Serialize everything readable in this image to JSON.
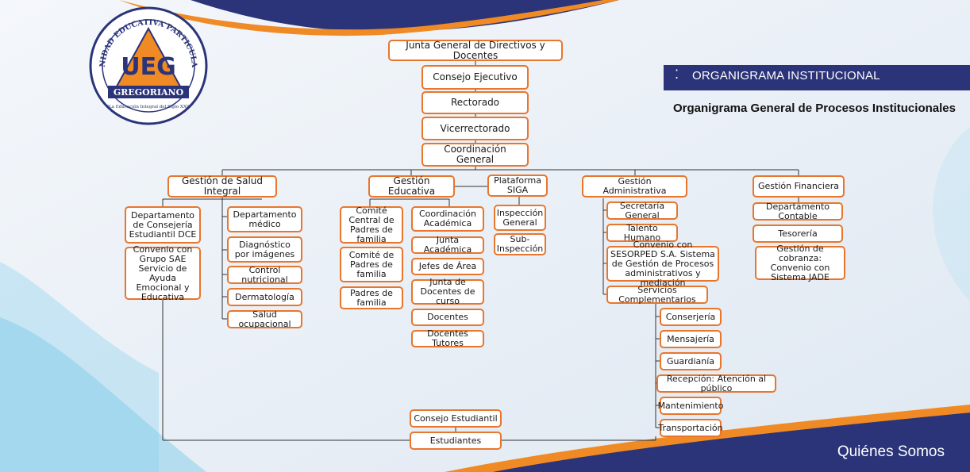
{
  "header": {
    "section_title": "ORGANIGRAMA INSTITUCIONAL",
    "subtitle": "Organigrama General de Procesos Institucionales",
    "footer": "Quiénes Somos",
    "dots_icon": "⁚"
  },
  "logo": {
    "arc_text": "UNIDAD EDUCATIVA PARTICULAR",
    "name": "GREGORIANO",
    "motto": "\"La Educación Integral del Siglo XXI\"",
    "initials": "UEG"
  },
  "colors": {
    "accent": "#e8762c",
    "navy": "#2b3479",
    "line": "#333333"
  },
  "org": {
    "top": [
      "Junta General de Directivos y Docentes",
      "Consejo Ejecutivo",
      "Rectorado",
      "Vicerrectorado",
      "Coordinación General"
    ],
    "salud": {
      "title": "Gestión de Salud Integral",
      "left": [
        "Departamento de Consejería Estudiantil DCE",
        "Convenio con Grupo SAE Servicio de Ayuda Emocional y Educativa"
      ],
      "right": [
        "Departamento médico",
        "Diagnóstico por imágenes",
        "Control nutricional",
        "Dermatología",
        "Salud ocupacional"
      ]
    },
    "educativa": {
      "title": "Gestión Educativa",
      "left": [
        "Comité Central de Padres de familia",
        "Comité de Padres de familia",
        "Padres de familia"
      ],
      "right": [
        "Coordinación Académica",
        "Junta Académica",
        "Jefes de Área",
        "Junta de Docentes de curso",
        "Docentes",
        "Docentes Tutores"
      ]
    },
    "siga": {
      "title": "Plataforma SIGA",
      "items": [
        "Inspección General",
        "Sub-Inspección"
      ]
    },
    "administrativa": {
      "title": "Gestión Administrativa",
      "items": [
        "Secretaría General",
        "Talento Humano",
        "Convenio con SESORPED S.A. Sistema de Gestión de Procesos administrativos y mediación",
        "Servicios Complementarios"
      ],
      "servicios": [
        "Conserjería",
        "Mensajería",
        "Guardianía",
        "Recepción: Atención al público",
        "Mantenimiento",
        "Transportación"
      ]
    },
    "financiera": {
      "title": "Gestión Financiera",
      "items": [
        "Departamento Contable",
        "Tesorería",
        "Gestión de cobranza: Convenio con Sistema JADE"
      ]
    },
    "bottom": [
      "Consejo Estudiantil",
      "Estudiantes"
    ]
  }
}
